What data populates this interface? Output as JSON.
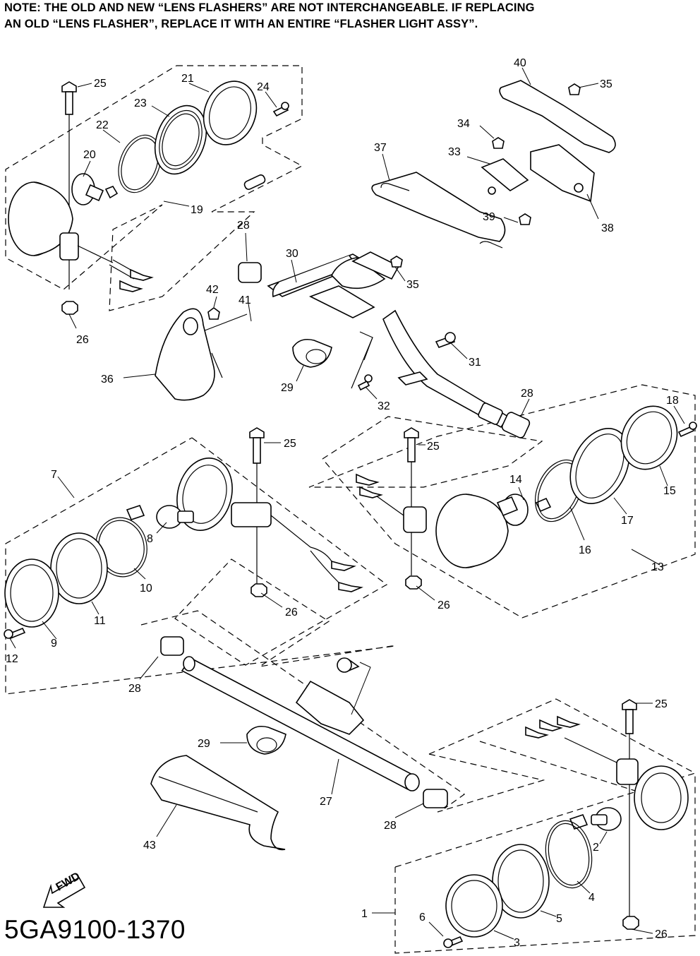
{
  "note": {
    "line1": "NOTE: THE OLD AND NEW “LENS FLASHERS” ARE NOT INTERCHANGEABLE. IF REPLACING",
    "line2": "AN OLD “LENS FLASHER”, REPLACE IT WITH AN ENTIRE “FLASHER LIGHT ASSY”."
  },
  "diagram_code": "5GA9100-1370",
  "fwd_label": "FWD",
  "callouts": [
    "1",
    "2",
    "3",
    "4",
    "5",
    "6",
    "7",
    "8",
    "9",
    "10",
    "11",
    "12",
    "13",
    "14",
    "15",
    "16",
    "17",
    "18",
    "19",
    "20",
    "21",
    "22",
    "23",
    "24",
    "25",
    "26",
    "27",
    "28",
    "29",
    "30",
    "31",
    "32",
    "33",
    "34",
    "35",
    "36",
    "37",
    "38",
    "39",
    "40",
    "41",
    "42",
    "43"
  ]
}
